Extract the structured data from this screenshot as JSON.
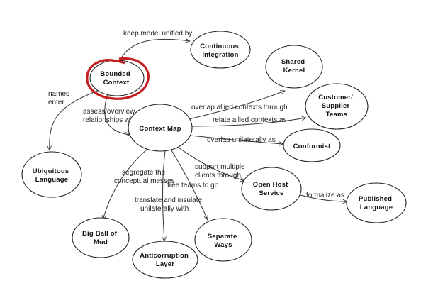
{
  "nodes": {
    "bounded_context": [
      "Bounded",
      "Context"
    ],
    "continuous_integration": [
      "Continuous",
      "Integration"
    ],
    "shared_kernel": [
      "Shared",
      "Kernel"
    ],
    "customer_supplier": [
      "Customer/",
      "Supplier",
      "Teams"
    ],
    "context_map": [
      "Context Map"
    ],
    "conformist": [
      "Conformist"
    ],
    "ubiquitous_language": [
      "Ubiquitous",
      "Language"
    ],
    "open_host_service": [
      "Open Host",
      "Service"
    ],
    "published_language": [
      "Published",
      "Language"
    ],
    "big_ball_of_mud": [
      "Big Ball of",
      "Mud"
    ],
    "separate_ways": [
      "Separate",
      "Ways"
    ],
    "anticorruption_layer": [
      "Anticorruption",
      "Layer"
    ]
  },
  "edges": {
    "keep_model_unified": [
      "keep model unified by"
    ],
    "names_enter": [
      "names",
      "enter"
    ],
    "assess_overview": [
      "assess/overview",
      "relationships with"
    ],
    "overlap_allied": [
      "overlap allied contexts through"
    ],
    "relate_allied": [
      "relate allied contexts as"
    ],
    "overlap_unilaterally": [
      "overlap unilaterally as"
    ],
    "support_multiple": [
      "support multiple",
      "clients through"
    ],
    "free_teams": [
      "free teams to go"
    ],
    "formalize_as": [
      "formalize as"
    ],
    "segregate": [
      "segregate the",
      "conceptual messes"
    ],
    "translate_insulate": [
      "translate and insulate",
      "unilaterally with"
    ]
  },
  "highlight": {
    "node": "bounded_context",
    "color": "#c41e1e"
  }
}
